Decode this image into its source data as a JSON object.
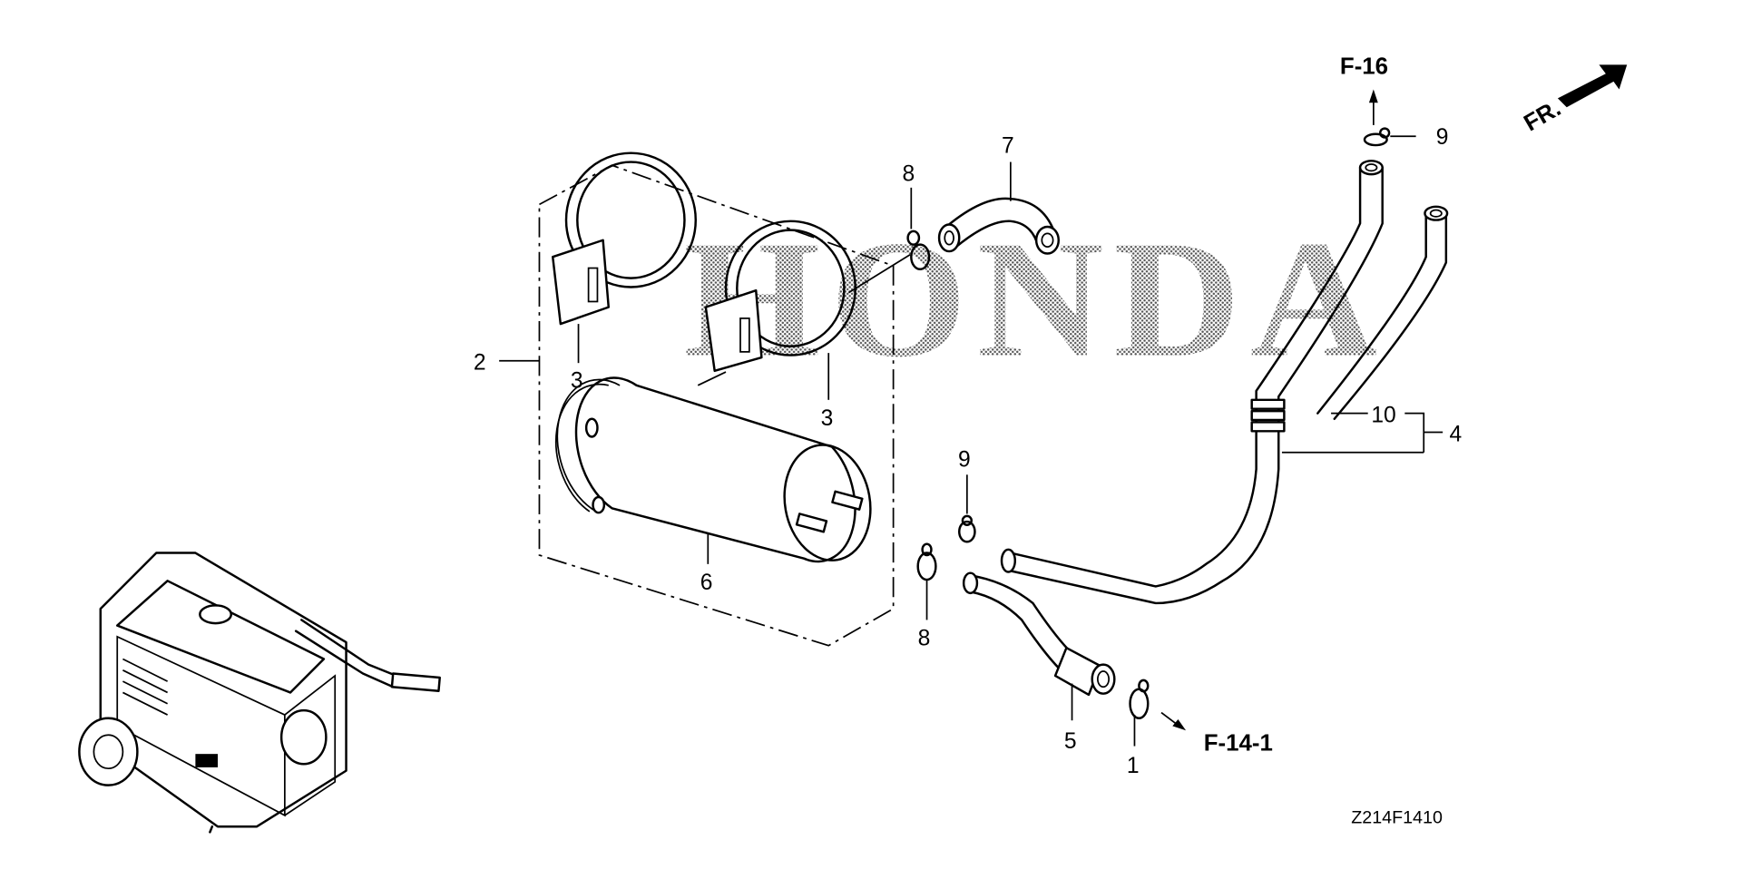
{
  "diagram": {
    "callouts": {
      "c1": "1",
      "c2": "2",
      "c3a": "3",
      "c3b": "3",
      "c4": "4",
      "c5": "5",
      "c6": "6",
      "c7": "7",
      "c8a": "8",
      "c8b": "8",
      "c9a": "9",
      "c9b": "9",
      "c10": "10"
    },
    "references": {
      "top": "F-16",
      "bottom": "F-14-1"
    },
    "front_indicator": "FR.",
    "watermark": "HONDA",
    "figure_code": "Z214F1410"
  }
}
